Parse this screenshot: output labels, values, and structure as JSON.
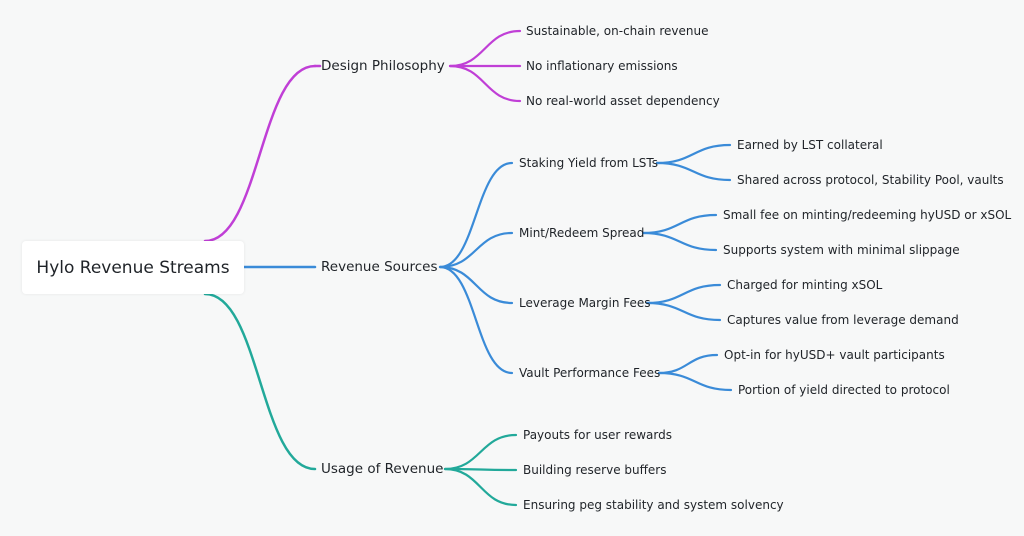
{
  "colors": {
    "design": "#c03fd6",
    "sources": "#3a8bd8",
    "usage": "#22a99a",
    "background": "#f7f8f8"
  },
  "root": {
    "label": "Hylo Revenue Streams"
  },
  "design": {
    "label": "Design Philosophy",
    "children": [
      "Sustainable, on-chain revenue",
      "No inflationary emissions",
      "No real-world asset dependency"
    ]
  },
  "sources": {
    "label": "Revenue Sources",
    "children": [
      {
        "label": "Staking Yield from LSTs",
        "children": [
          "Earned by LST collateral",
          "Shared across protocol, Stability Pool, vaults"
        ]
      },
      {
        "label": "Mint/Redeem Spread",
        "children": [
          "Small fee on minting/redeeming hyUSD or xSOL",
          "Supports system with minimal slippage"
        ]
      },
      {
        "label": "Leverage Margin Fees",
        "children": [
          "Charged for minting xSOL",
          "Captures value from leverage demand"
        ]
      },
      {
        "label": "Vault Performance Fees",
        "children": [
          "Opt-in for hyUSD+ vault participants",
          "Portion of yield directed to protocol"
        ]
      }
    ]
  },
  "usage": {
    "label": "Usage of Revenue",
    "children": [
      "Payouts for user rewards",
      "Building reserve buffers",
      "Ensuring peg stability and system solvency"
    ]
  }
}
